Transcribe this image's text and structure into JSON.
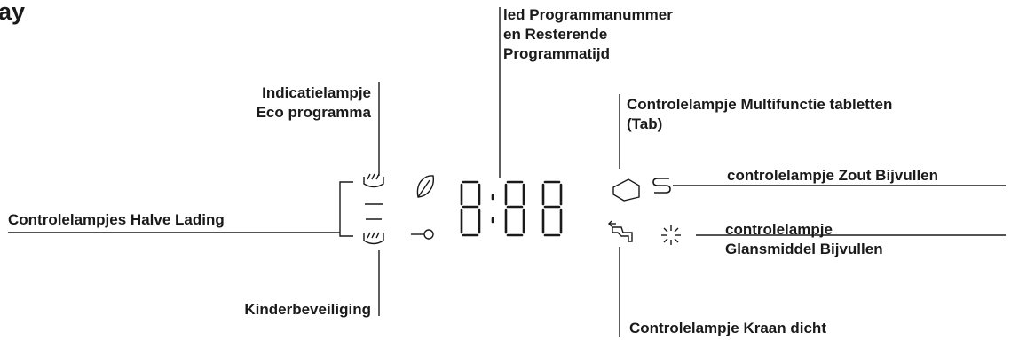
{
  "heading": "ay",
  "display_readout": "8:88",
  "labels": {
    "led_program": [
      "led Programmanummer",
      "en Resterende",
      "Programmatijd"
    ],
    "eco": [
      "Indicatielampje",
      "Eco programma"
    ],
    "multitab": [
      "Controlelampje Multifunctie tabletten",
      "(Tab)"
    ],
    "salt": "controlelampje Zout Bijvullen",
    "half_load": "Controlelampjes Halve Lading",
    "rinse": [
      "controlelampje",
      "Glansmiddel Bijvullen"
    ],
    "child_lock": "Kinderbeveiliging",
    "tap_closed": "Controlelampje Kraan dicht"
  },
  "icons": [
    "half-load-upper-icon",
    "half-load-lower-icon",
    "eco-leaf-icon",
    "child-lock-key-icon",
    "multitab-tablet-icon",
    "salt-icon",
    "tap-closed-icon",
    "rinse-aid-icon"
  ],
  "colors": {
    "ink": "#1a1a1a",
    "background": "#ffffff"
  }
}
